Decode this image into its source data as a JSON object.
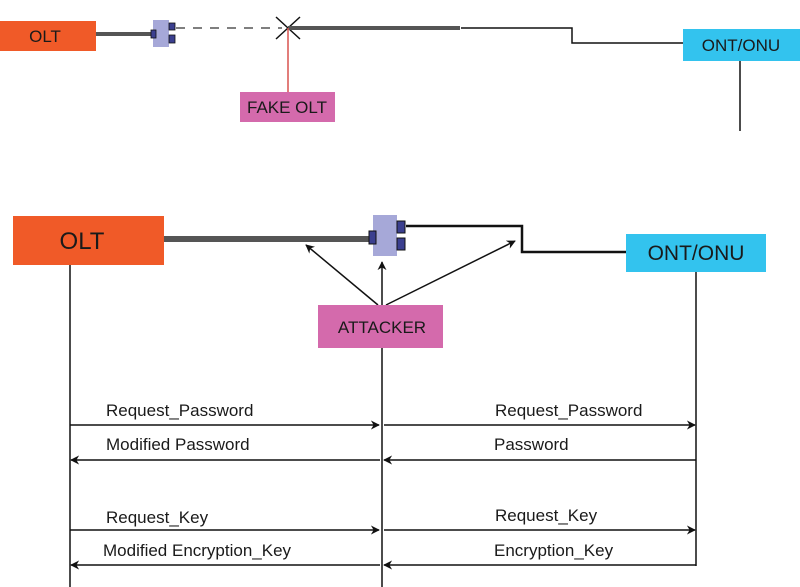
{
  "colors": {
    "olt": "#f05a28",
    "ont": "#33c3ee",
    "attacker": "#d46aac",
    "splitter": "#a6a8d8",
    "port": "#3b3f8f",
    "fiber": "#555555",
    "line": "#111111",
    "fake_link": "#d9534f"
  },
  "top_scenario": {
    "olt_label": "OLT",
    "ont_label": "ONT/ONU",
    "fake_olt_label": "FAKE OLT",
    "cut_marker": "cross-cut-icon"
  },
  "bottom_scenario": {
    "olt_label": "OLT",
    "ont_label": "ONT/ONU",
    "attacker_label": "ATTACKER"
  },
  "messages": [
    {
      "left_label": "Request_Password",
      "right_label": "Request_Password",
      "direction": "to-ont"
    },
    {
      "left_label": "Modified Password",
      "right_label": "Password",
      "direction": "to-olt"
    },
    {
      "left_label": "Request_Key",
      "right_label": "Request_Key",
      "direction": "to-ont"
    },
    {
      "left_label": "Modified Encryption_Key",
      "right_label": "Encryption_Key",
      "direction": "to-olt"
    }
  ]
}
